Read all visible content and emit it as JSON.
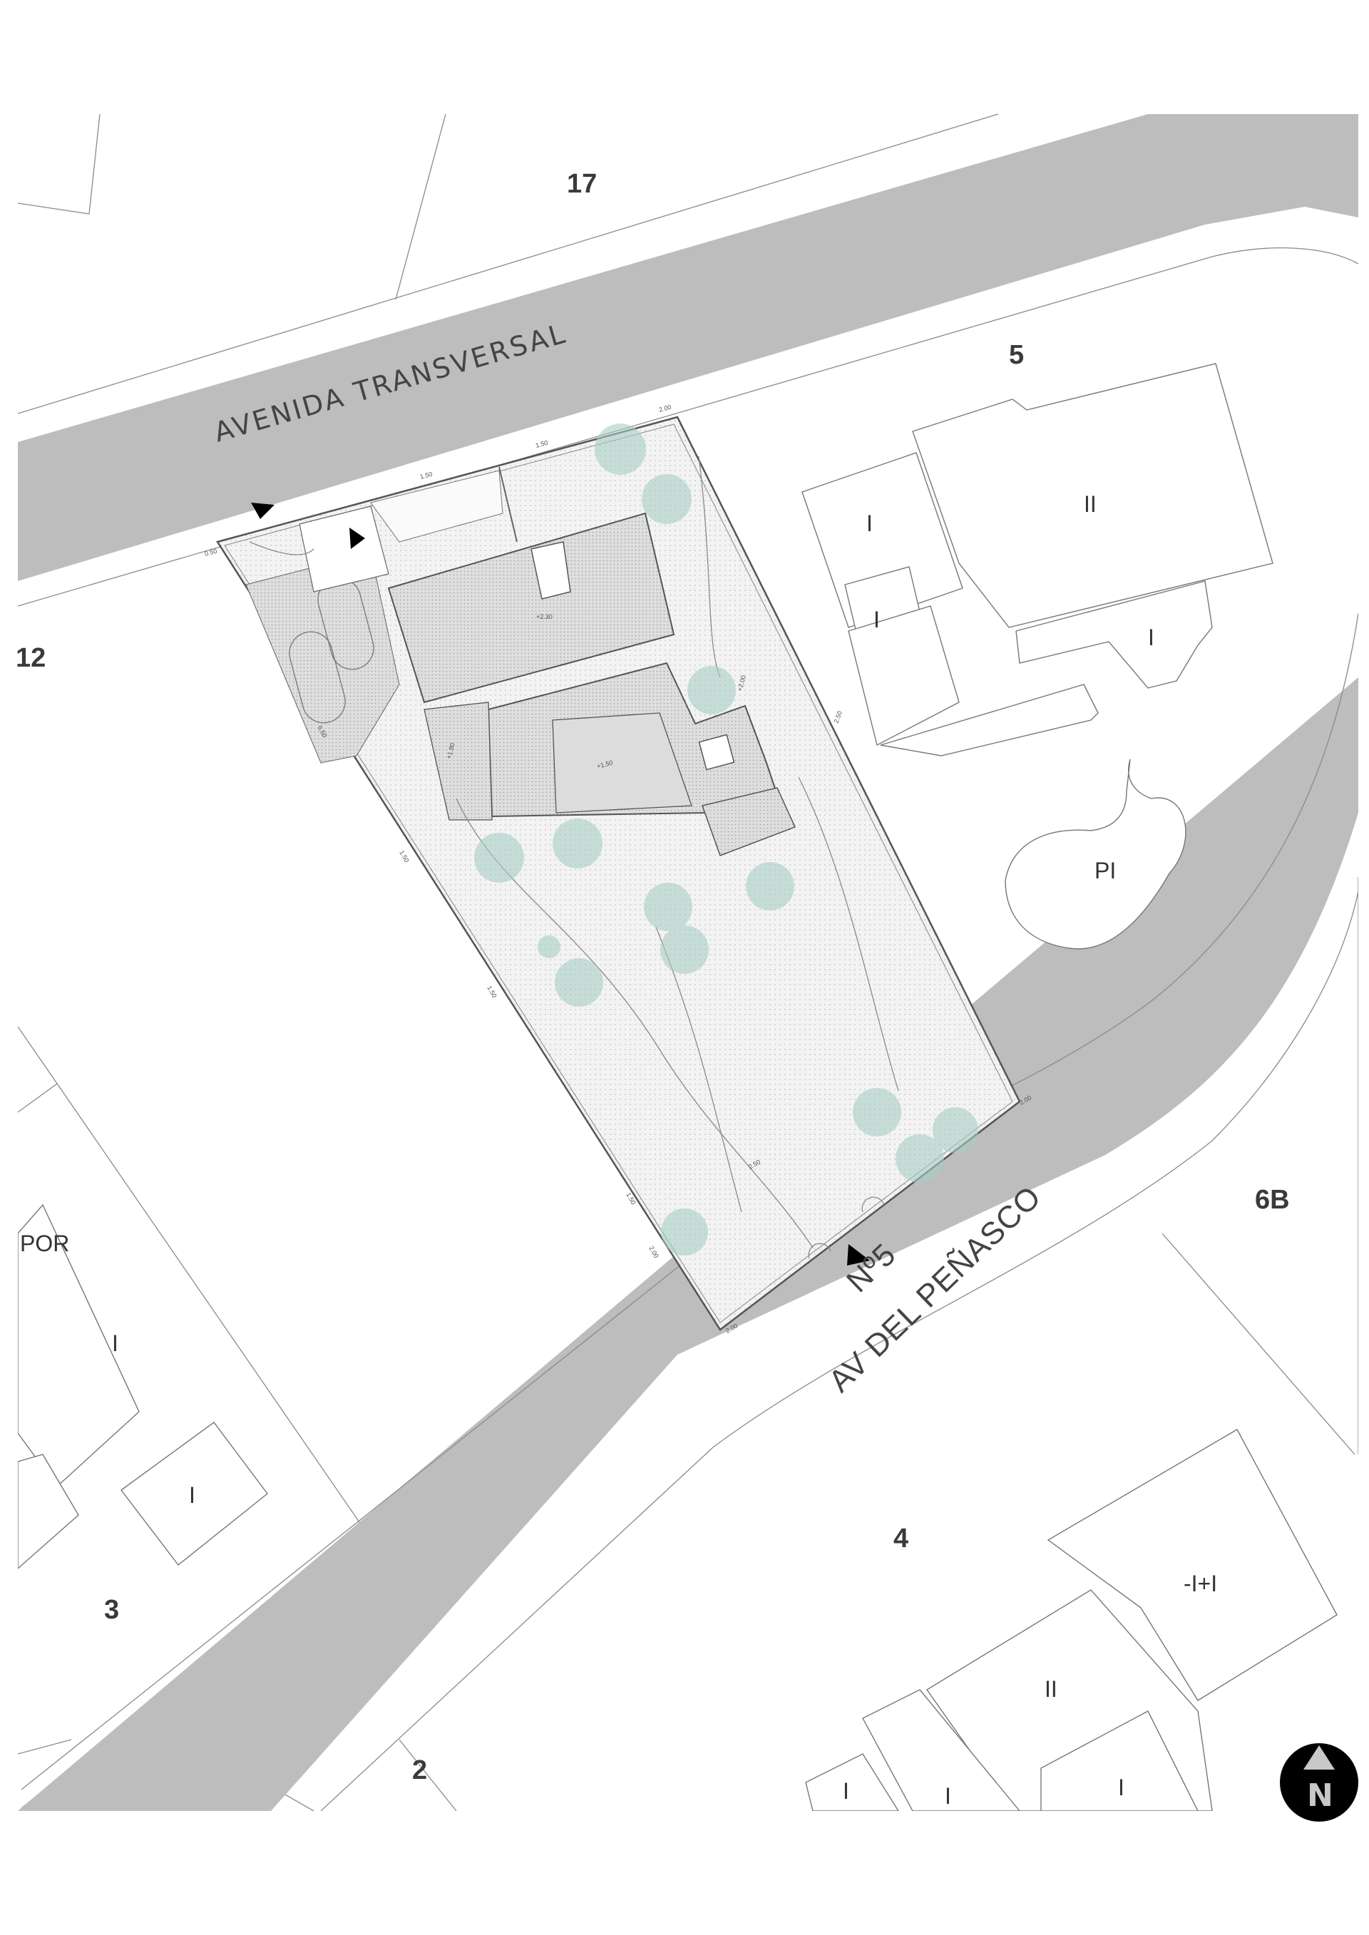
{
  "streets": {
    "north": "AVENIDA TRANSVERSAL",
    "south": "AV DEL PEÑASCO"
  },
  "address_number": "Nº5",
  "blocks": [
    {
      "id": "block-17",
      "label": "17"
    },
    {
      "id": "block-5",
      "label": "5"
    },
    {
      "id": "block-12",
      "label": "12"
    },
    {
      "id": "block-6b",
      "label": "6B"
    },
    {
      "id": "block-4",
      "label": "4"
    },
    {
      "id": "block-3",
      "label": "3"
    },
    {
      "id": "block-2",
      "label": "2"
    }
  ],
  "floor_labels": {
    "b5_a": "I",
    "b5_b": "II",
    "b5_c": "I",
    "b5_d": "I",
    "pool": "PI",
    "por": "POR",
    "b3_a": "I",
    "b3_b": "I",
    "b4_a": "-I+I",
    "b4_b": "II",
    "b4_c": "I",
    "b4_d": "I",
    "b4_e": "I"
  },
  "dimensions": {
    "d1": "2.00",
    "d2": "1.50",
    "d3": "1.50",
    "d4": "0.50",
    "d5": "6.50",
    "d6": "2.50",
    "d7": "1.50",
    "d8": "1.50",
    "d9": "1.50",
    "d10": "2.00",
    "d11": "2.50",
    "d12": "2.00",
    "d13": "2.00"
  },
  "levels": {
    "l1": "+2.30",
    "l2": "+2.00",
    "l3": "+1.80",
    "l4": "+1.50"
  },
  "north_arrow": "N",
  "colors": {
    "road": "#bdbdbd",
    "plot": "#f1f1f1",
    "building": "#dcdcdc",
    "tree": "#a9cfc5",
    "north": "#000000"
  }
}
